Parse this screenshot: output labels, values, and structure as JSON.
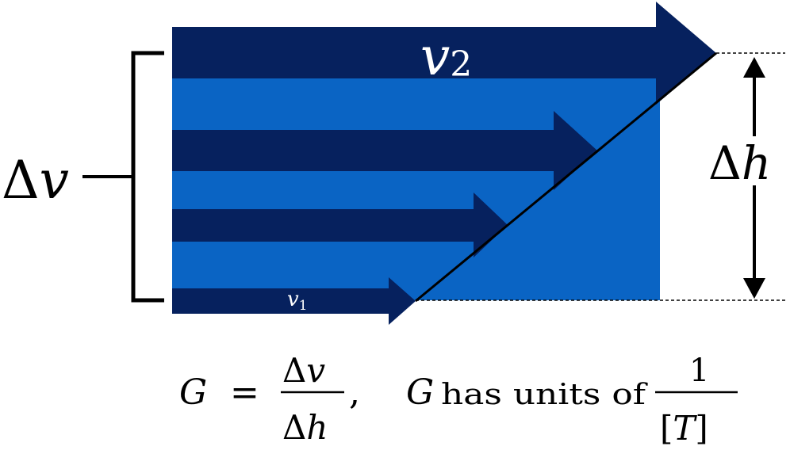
{
  "diagram": {
    "colors": {
      "block": "#0a64c4",
      "arrow": "#06215e",
      "line": "#000000",
      "background": "#ffffff"
    },
    "labels": {
      "v2": {
        "base": "v",
        "sub": "2"
      },
      "v1": {
        "base": "v",
        "sub": "1"
      },
      "delta_v": {
        "delta": "Δ",
        "var": "v"
      },
      "delta_h": {
        "delta": "Δ",
        "var": "h"
      }
    },
    "formula": {
      "lhs": "G",
      "equals": "=",
      "frac_num": {
        "delta": "Δ",
        "var": "v"
      },
      "frac_den": {
        "delta": "Δ",
        "var": "h"
      },
      "comma": ",",
      "statement_var": "G",
      "statement_text": "has units of",
      "units_num": "1",
      "units_den": {
        "open": "[",
        "var": "T",
        "close": "]"
      }
    }
  }
}
